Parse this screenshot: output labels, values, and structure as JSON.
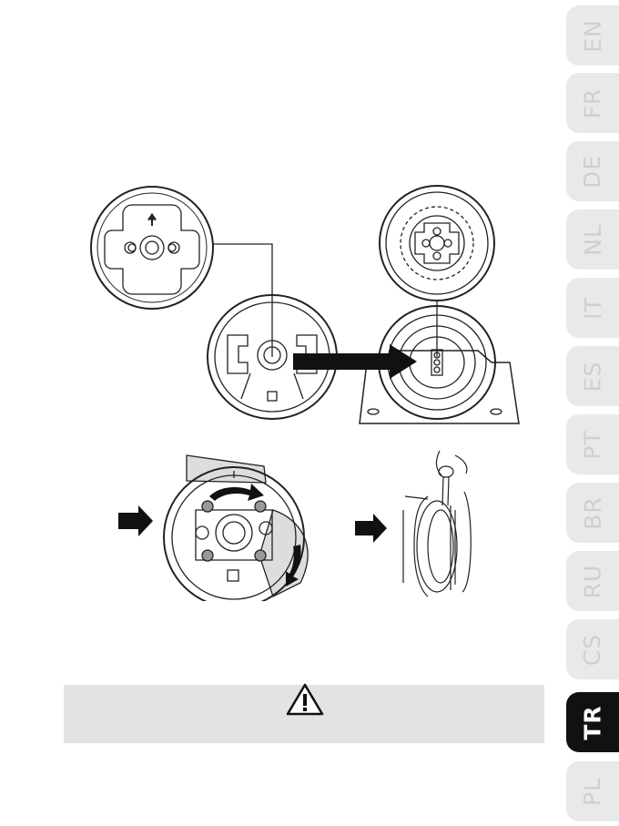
{
  "language_tabs": [
    {
      "label": "EN",
      "active": false
    },
    {
      "label": "FR",
      "active": false
    },
    {
      "label": "DE",
      "active": false
    },
    {
      "label": "NL",
      "active": false
    },
    {
      "label": "IT",
      "active": false
    },
    {
      "label": "ES",
      "active": false
    },
    {
      "label": "PT",
      "active": false
    },
    {
      "label": "BR",
      "active": false
    },
    {
      "label": "RU",
      "active": false
    },
    {
      "label": "CS",
      "active": false
    },
    {
      "label": "TR",
      "active": true
    },
    {
      "label": "PL",
      "active": false
    }
  ],
  "colors": {
    "tab_bg": "#e9e9e9",
    "tab_text": "#cfcfcf",
    "tab_active_bg": "#111111",
    "warning_box": "#e3e3e3"
  },
  "icons": [
    "warning-triangle-icon",
    "arrow-right-icon",
    "rotate-arrow-icon"
  ]
}
